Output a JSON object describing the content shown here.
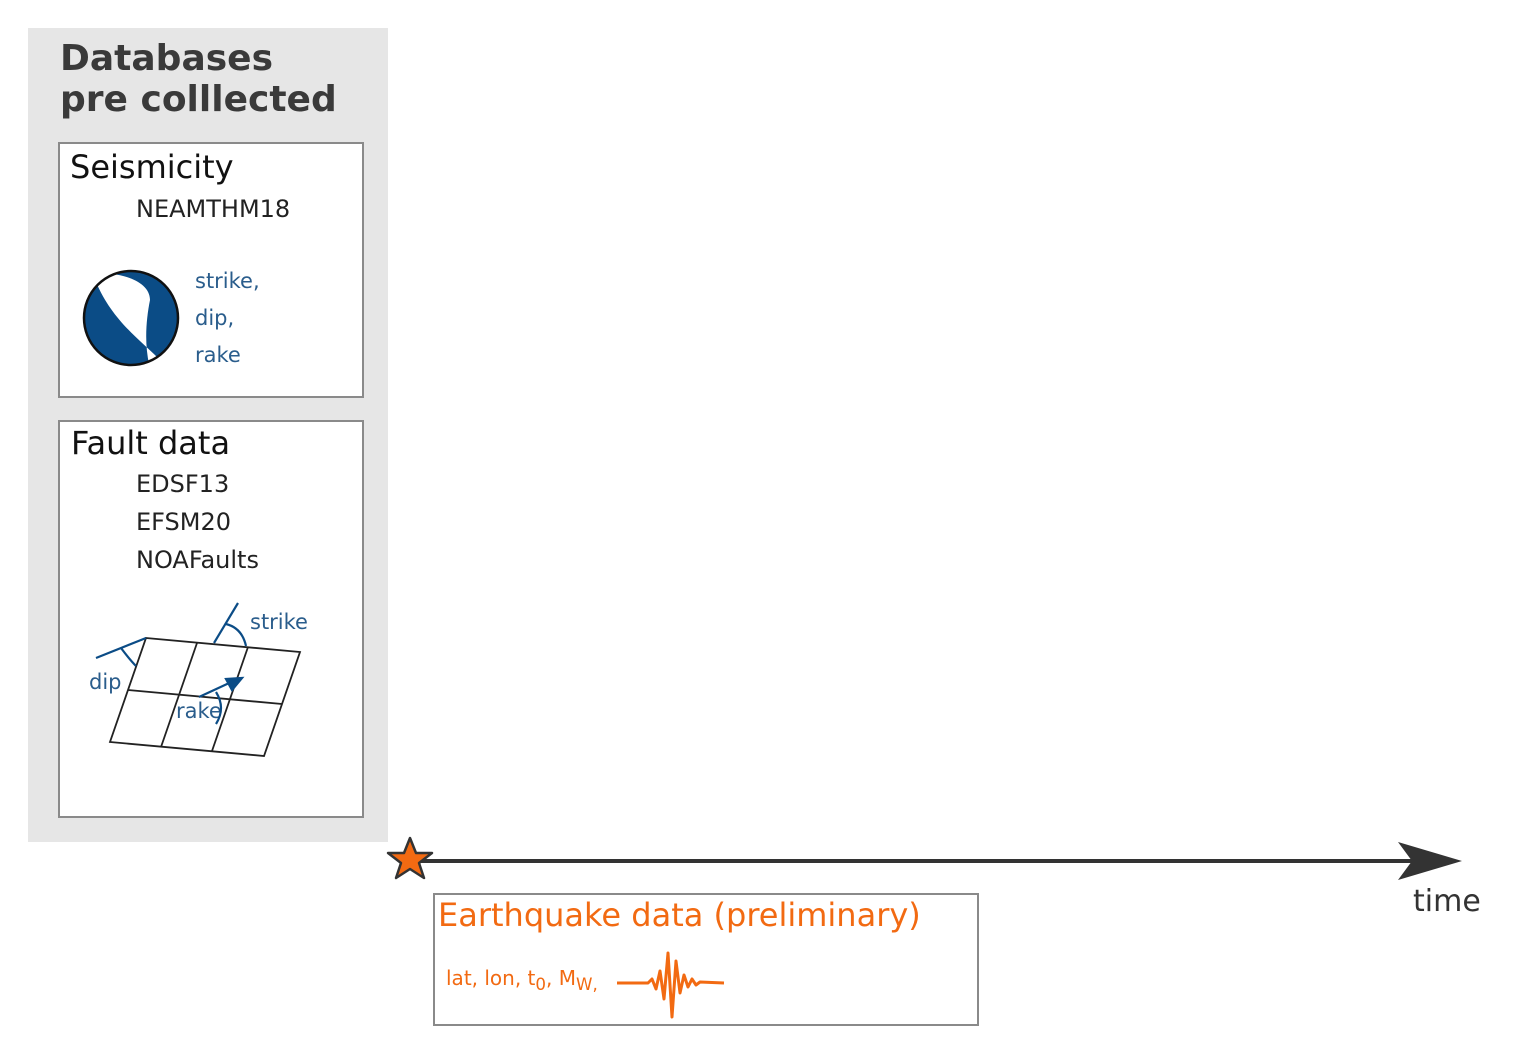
{
  "panel": {
    "title_line1": "Databases",
    "title_line2": "pre colllected"
  },
  "seismicity": {
    "title": "Seismicity",
    "databases": [
      "NEAMTHM18"
    ],
    "beachball_params": [
      "strike,",
      "dip,",
      "rake"
    ],
    "icon": "focal-mechanism-beachball"
  },
  "fault": {
    "title": "Fault data",
    "databases": [
      "EDSF13",
      "EFSM20",
      "NOAFaults"
    ],
    "diagram_labels": {
      "strike": "strike",
      "dip": "dip",
      "rake": "rake"
    },
    "icon": "fault-plane-grid"
  },
  "timeline": {
    "label": "time",
    "event_icon": "star"
  },
  "earthquake": {
    "title": "Earthquake data (preliminary)",
    "params_text": "lat, lon, t",
    "t_sub": "0",
    "params_sep": ", M",
    "m_sub": "W,",
    "icon": "seismogram"
  },
  "colors": {
    "panel_bg": "#e6e6e6",
    "blue": "#0b4c86",
    "orange": "#f26a12",
    "axis": "#333333"
  }
}
